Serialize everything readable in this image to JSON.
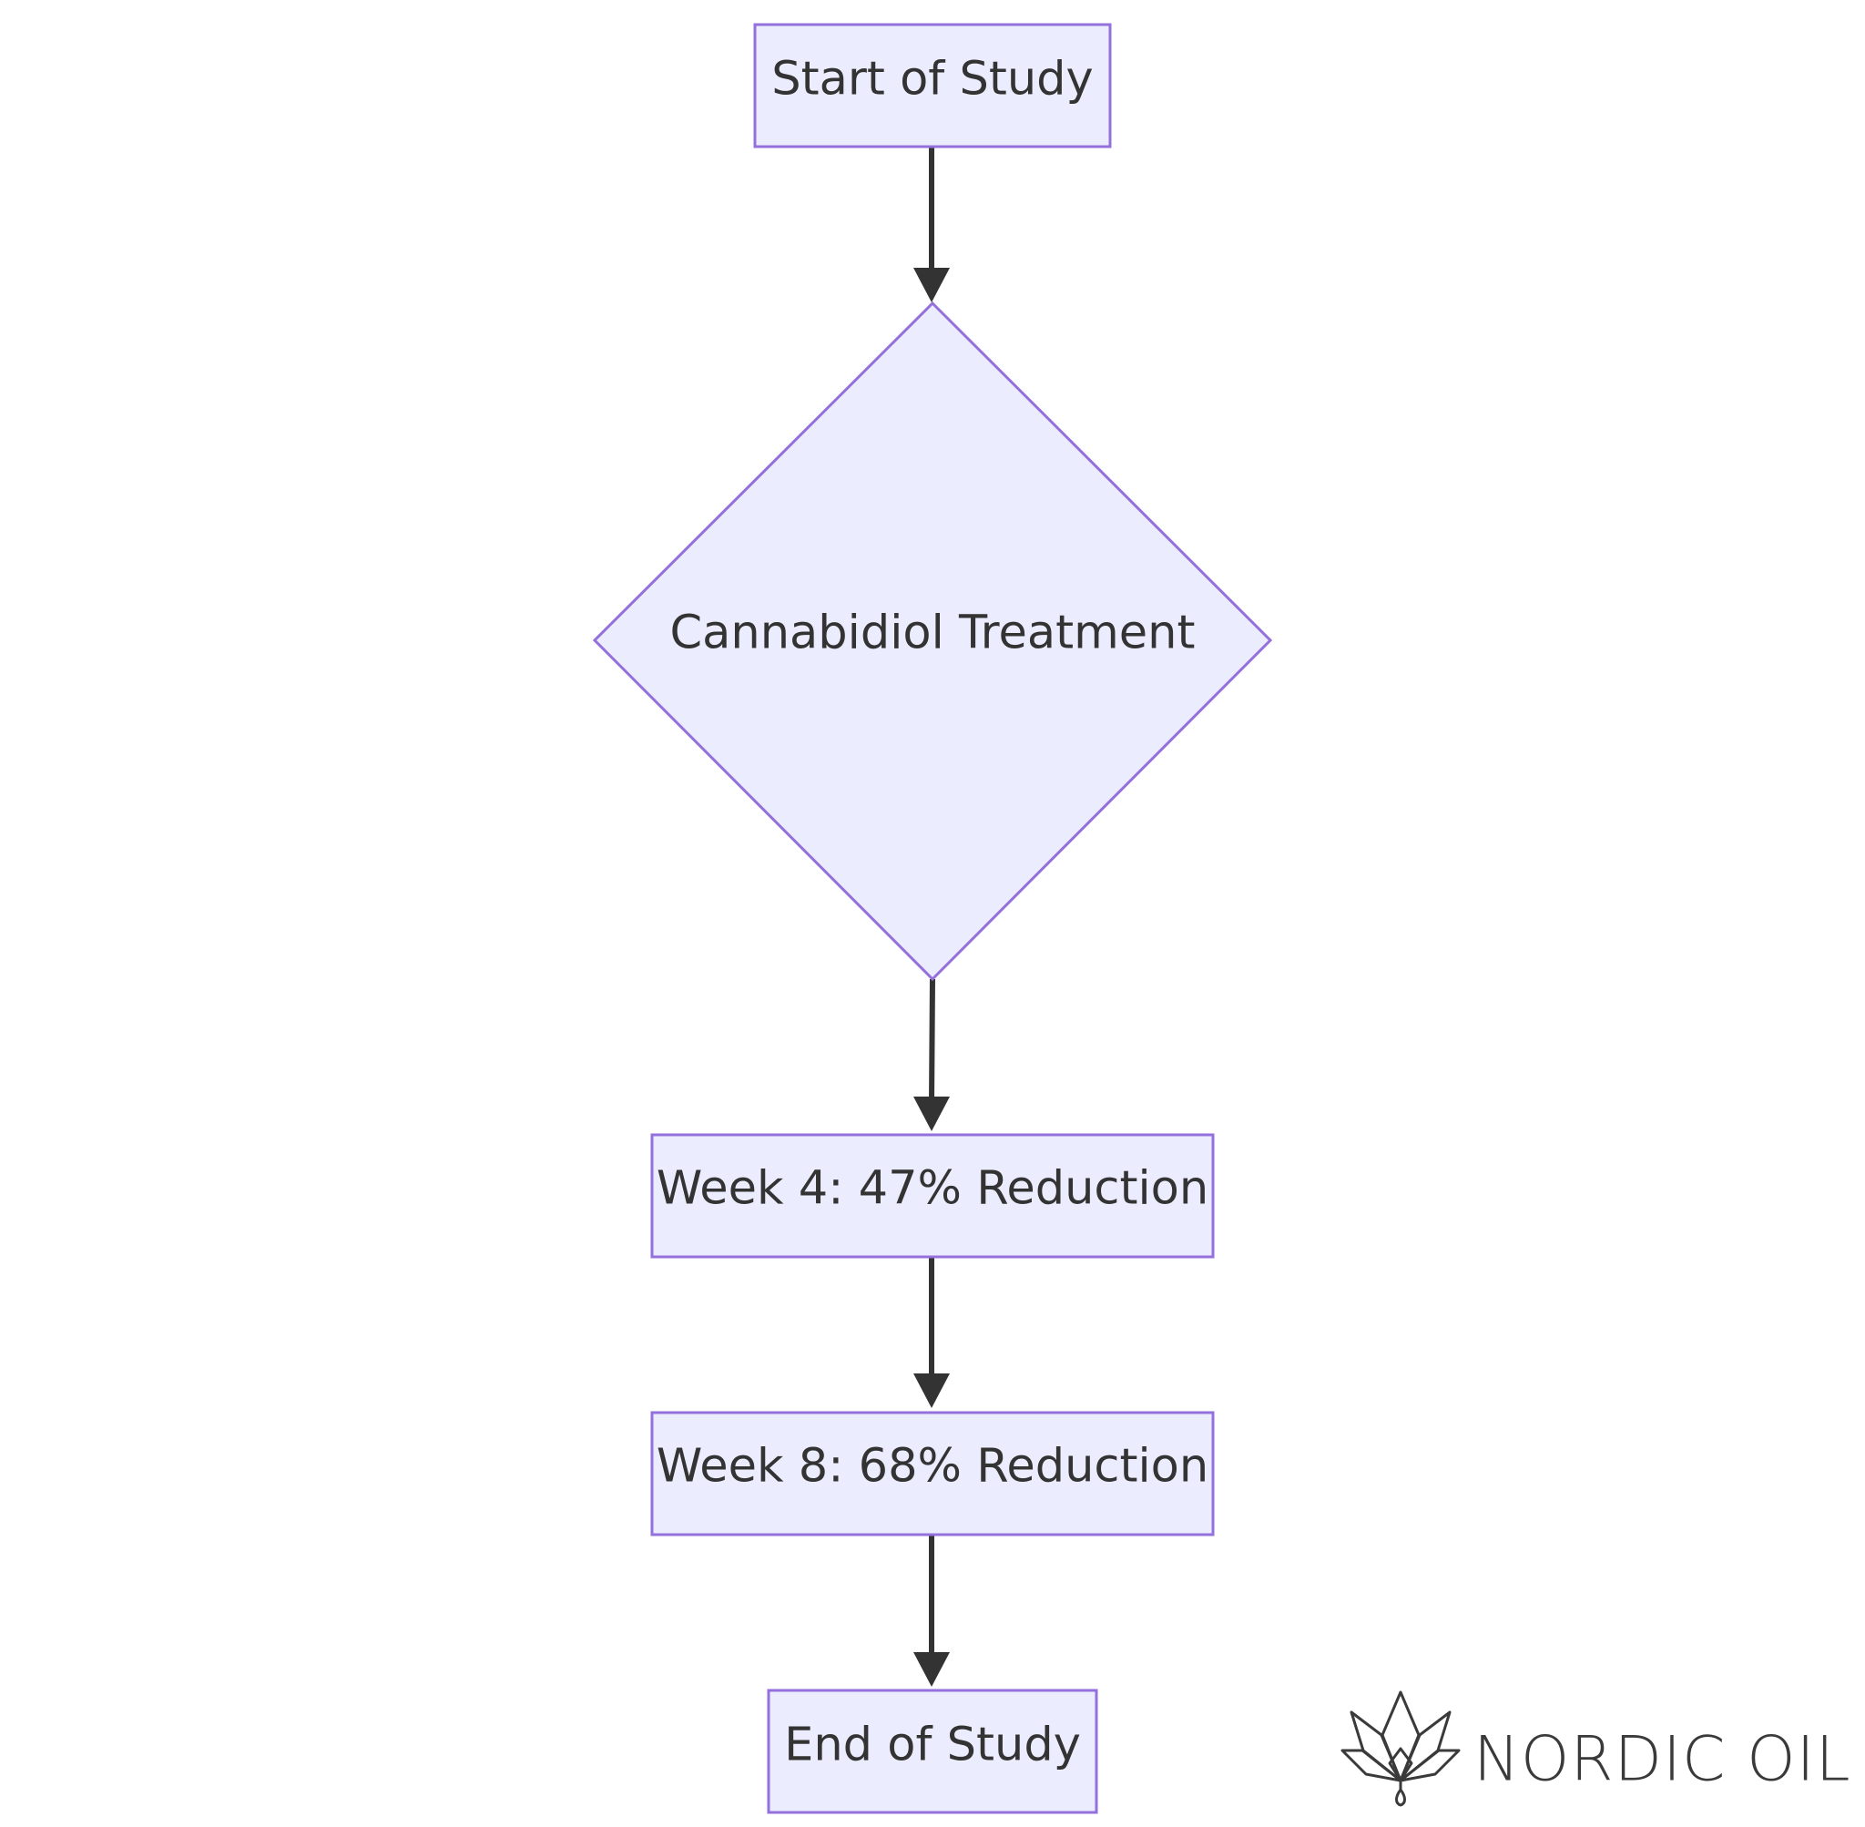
{
  "nodes": {
    "start": "Start of Study",
    "treatment": "Cannabidiol Treatment",
    "week4": "Week 4: 47% Reduction",
    "week8": "Week 8: 68% Reduction",
    "end": "End of Study"
  },
  "brand": {
    "name": "NORDIC OIL",
    "logo_icon": "cannabis-leaf-icon"
  },
  "colors": {
    "node_fill": "#ECECFF",
    "node_stroke": "#9370DB",
    "edge": "#333333"
  }
}
